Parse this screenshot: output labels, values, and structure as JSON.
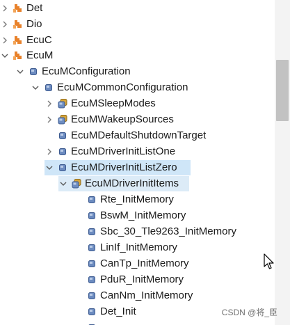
{
  "tree": {
    "nodes": [
      {
        "label": "Det",
        "expanded": false,
        "icon": "module-icon"
      },
      {
        "label": "Dio",
        "expanded": false,
        "icon": "module-icon"
      },
      {
        "label": "EcuC",
        "expanded": false,
        "icon": "module-icon"
      },
      {
        "label": "EcuM",
        "expanded": true,
        "icon": "module-icon"
      },
      {
        "label": "EcuMConfiguration",
        "expanded": true,
        "icon": "container-icon"
      },
      {
        "label": "EcuMCommonConfiguration",
        "expanded": true,
        "icon": "container-icon"
      },
      {
        "label": "EcuMSleepModes",
        "expanded": false,
        "icon": "list-container-icon"
      },
      {
        "label": "EcuMWakeupSources",
        "expanded": false,
        "icon": "list-container-icon"
      },
      {
        "label": "EcuMDefaultShutdownTarget",
        "expanded": null,
        "icon": "container-icon"
      },
      {
        "label": "EcuMDriverInitListOne",
        "expanded": false,
        "icon": "container-icon"
      },
      {
        "label": "EcuMDriverInitListZero",
        "expanded": true,
        "icon": "container-icon",
        "selected": true
      },
      {
        "label": "EcuMDriverInitItems",
        "expanded": true,
        "icon": "list-container-icon",
        "highlighted": true
      },
      {
        "label": "Rte_InitMemory",
        "expanded": null,
        "icon": "container-icon"
      },
      {
        "label": "BswM_InitMemory",
        "expanded": null,
        "icon": "container-icon"
      },
      {
        "label": "Sbc_30_Tle9263_InitMemory",
        "expanded": null,
        "icon": "container-icon"
      },
      {
        "label": "LinIf_InitMemory",
        "expanded": null,
        "icon": "container-icon"
      },
      {
        "label": "CanTp_InitMemory",
        "expanded": null,
        "icon": "container-icon"
      },
      {
        "label": "PduR_InitMemory",
        "expanded": null,
        "icon": "container-icon"
      },
      {
        "label": "CanNm_InitMemory",
        "expanded": null,
        "icon": "container-icon"
      },
      {
        "label": "Det_Init",
        "expanded": null,
        "icon": "container-icon"
      }
    ]
  },
  "watermark": "CSDN @将_臣",
  "colors": {
    "selection": "#cfe6f8",
    "module_icon": "#e8812a",
    "container_icon": "#4f6fa3",
    "list_icon_back": "#c8962c"
  }
}
